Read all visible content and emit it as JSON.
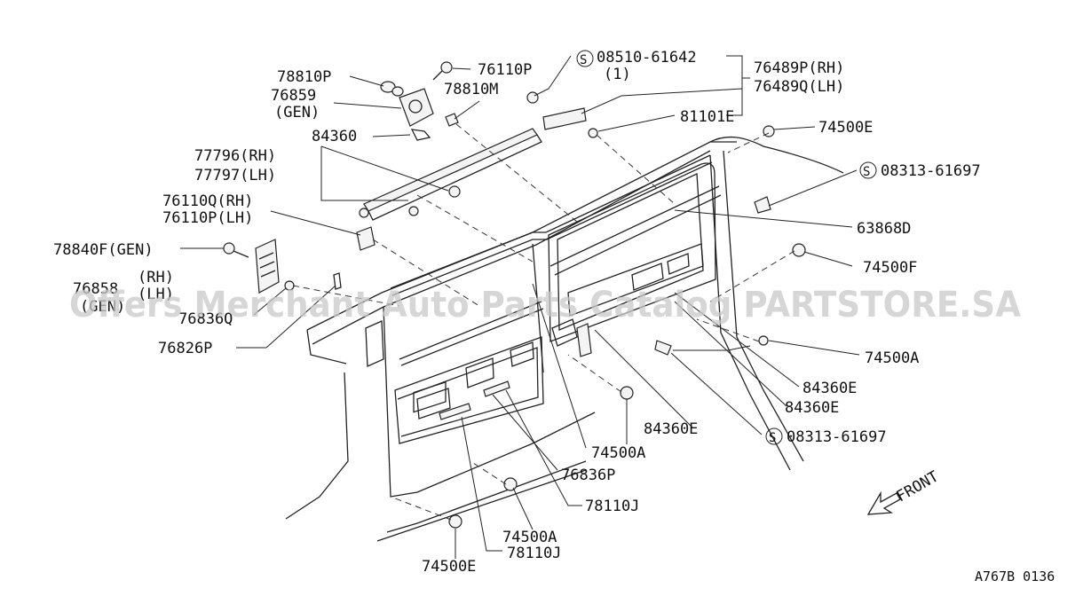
{
  "watermark": "Offers Merchant Auto Parts Catalog PARTSTORE.SA",
  "diagram_code": "A767B 0136",
  "front_label": "FRONT",
  "callouts": {
    "p78810P": "78810P",
    "p76110P_top": "76110P",
    "p76859": "76859",
    "p76859_gen": "(GEN)",
    "p78810M": "78810M",
    "p84360": "84360",
    "p77796": "77796(RH)",
    "p77797": "77797(LH)",
    "p76110Q": "76110Q(RH)",
    "p76110P_lh": "76110P(LH)",
    "p78840F": "78840F(GEN)",
    "p76858_rh": "(RH)",
    "p76858": "76858",
    "p76858_lh": "(LH)",
    "p76858_gen": "(GEN)",
    "p76836Q": "76836Q",
    "p76826P": "76826P",
    "p08510": "08510-61642",
    "p08510_qty": "(1)",
    "p76489P": "76489P(RH)",
    "p76489Q": "76489Q(LH)",
    "p81101E": "81101E",
    "p74500E_top": "74500E",
    "p08313_top": "08313-61697",
    "p63868D": "63868D",
    "p74500F": "74500F",
    "p74500A_right": "74500A",
    "p84360E_1": "84360E",
    "p84360E_2": "84360E",
    "p84360E_3": "84360E",
    "p08313_bottom": "08313-61697",
    "p74500A_mid": "74500A",
    "p76836P": "76836P",
    "p78110J_1": "78110J",
    "p74500A_bottom": "74500A",
    "p78110J_2": "78110J",
    "p74500E_bottom": "74500E"
  },
  "symbols": {
    "screw_mark": "S"
  }
}
